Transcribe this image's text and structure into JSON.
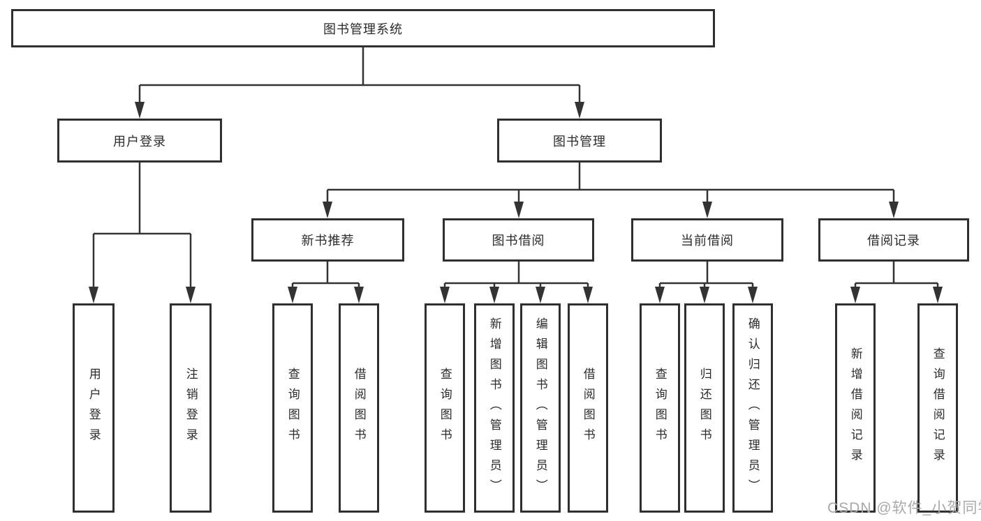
{
  "diagram_title": "图书管理系统",
  "tree": {
    "root": {
      "label": "图书管理系统"
    },
    "children": [
      {
        "label": "用户登录",
        "children": [
          {
            "label": "用户登录"
          },
          {
            "label": "注销登录"
          }
        ]
      },
      {
        "label": "图书管理",
        "children": [
          {
            "label": "新书推荐",
            "children": [
              {
                "label": "查询图书"
              },
              {
                "label": "借阅图书"
              }
            ]
          },
          {
            "label": "图书借阅",
            "children": [
              {
                "label": "查询图书"
              },
              {
                "label": "新增图书（管理员）"
              },
              {
                "label": "编辑图书（管理员）"
              },
              {
                "label": "借阅图书"
              }
            ]
          },
          {
            "label": "当前借阅",
            "children": [
              {
                "label": "查询图书"
              },
              {
                "label": "归还图书"
              },
              {
                "label": "确认归还（管理员）"
              }
            ]
          },
          {
            "label": "借阅记录",
            "children": [
              {
                "label": "新增借阅记录"
              },
              {
                "label": "查询借阅记录"
              }
            ]
          }
        ]
      }
    ]
  },
  "watermark": {
    "text": "CSDN @软件_小贺同学"
  },
  "colors": {
    "line": "#333333",
    "box_border": "#2f2f2f",
    "text": "#2b2b2b",
    "watermark": "#a9a9a9",
    "background": "#ffffff"
  }
}
